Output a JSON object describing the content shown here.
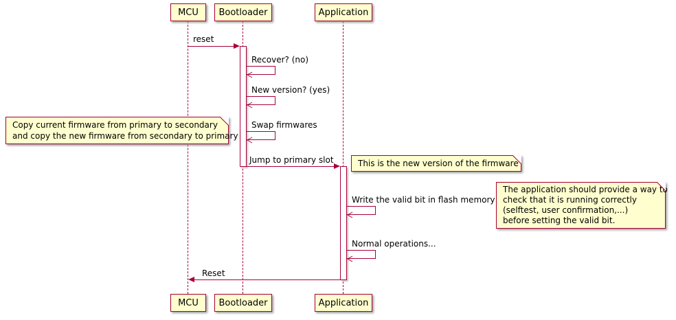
{
  "colors": {
    "element_fill": "#FEFECE",
    "element_border": "#A80036",
    "lifeline": "#A80036",
    "text": "#000000"
  },
  "participants": [
    {
      "label": "MCU"
    },
    {
      "label": "Bootloader"
    },
    {
      "label": "Application"
    }
  ],
  "messages": {
    "reset": "reset",
    "recover": "Recover? (no)",
    "new_version": "New version? (yes)",
    "swap": "Swap firmwares",
    "jump": "Jump to primary slot",
    "write_valid": "Write the valid bit in flash memory",
    "normal_ops": "Normal operations...",
    "reset_back": "Reset"
  },
  "notes": {
    "copy_firmware": "Copy current firmware from primary to secondary\nand copy the new firmware from secondary to primary",
    "new_firmware_version": "This is the new version of the firmware",
    "selftest": "The application should provide a way to\ncheck that it is running correctly\n(selftest, user confirmation,...)\nbefore setting the valid bit."
  }
}
